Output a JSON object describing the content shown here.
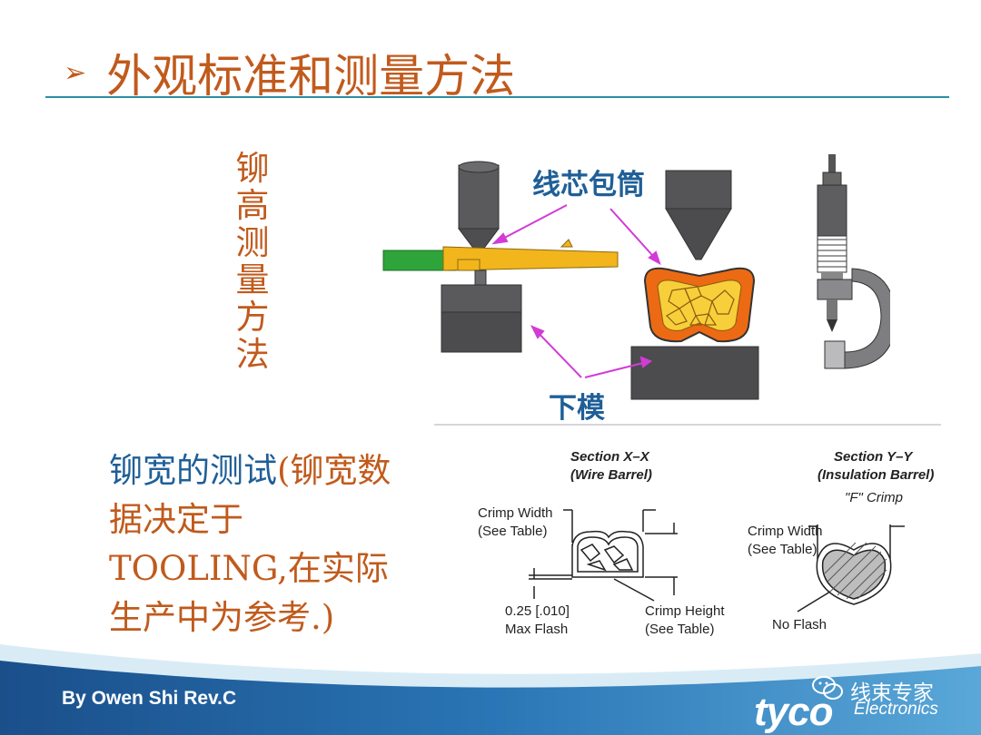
{
  "slide": {
    "title_arrow": "➢",
    "title": "外观标准和测量方法",
    "vertical_label": "铆高测量方法",
    "note_blue": "铆宽的测试",
    "note_orange_1": "(铆宽数据决定于",
    "note_orange_2": "TOOLING,在实际生产中为参考.)"
  },
  "diagram": {
    "label_core_barrel": "线芯包筒",
    "label_lower_die": "下模"
  },
  "sections": {
    "section_x_title": "Section X–X",
    "section_x_sub": "(Wire Barrel)",
    "section_y_title": "Section Y–Y",
    "section_y_sub": "(Insulation Barrel)",
    "section_y_crimp": "\"F\" Crimp",
    "crimp_width_1": "Crimp Width",
    "see_table_1": "(See Table)",
    "crimp_width_2": "Crimp Width",
    "see_table_2": "(See Table)",
    "flash_value": "0.25 [.010]",
    "max_flash": "Max Flash",
    "crimp_height": "Crimp Height",
    "see_table_3": "(See Table)",
    "no_flash": "No Flash"
  },
  "footer": {
    "author": "By Owen Shi Rev.C",
    "brand_logo": "tyco",
    "brand_sub": "Electronics",
    "brand_cn": "线束专家"
  },
  "colors": {
    "title": "#c15a1c",
    "accent_blue": "#1f5f97",
    "rule": "#2b8ea3",
    "footer_blue": "#1f5f97"
  }
}
